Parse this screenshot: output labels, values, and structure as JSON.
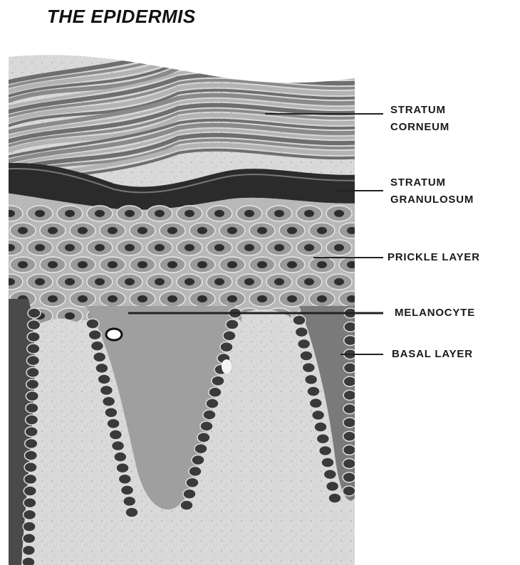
{
  "title": "THE EPIDERMIS",
  "labels": {
    "stratum_corneum": {
      "line1": "STRATUM",
      "line2": "CORNEUM"
    },
    "stratum_granulosum": {
      "line1": "STRATUM",
      "line2": "GRANULOSUM"
    },
    "prickle_layer": "PRICKLE LAYER",
    "melanocyte": "MELANOCYTE",
    "basal_layer": "BASAL LAYER"
  },
  "colors": {
    "corneum": "#8a8a8a",
    "granulosum": "#2b2b2b",
    "prickle_cell": "#9a9a9a",
    "nucleus": "#2e2e2e",
    "basal_cell": "#3a3a3a",
    "dermis": "#dcdcdc"
  }
}
